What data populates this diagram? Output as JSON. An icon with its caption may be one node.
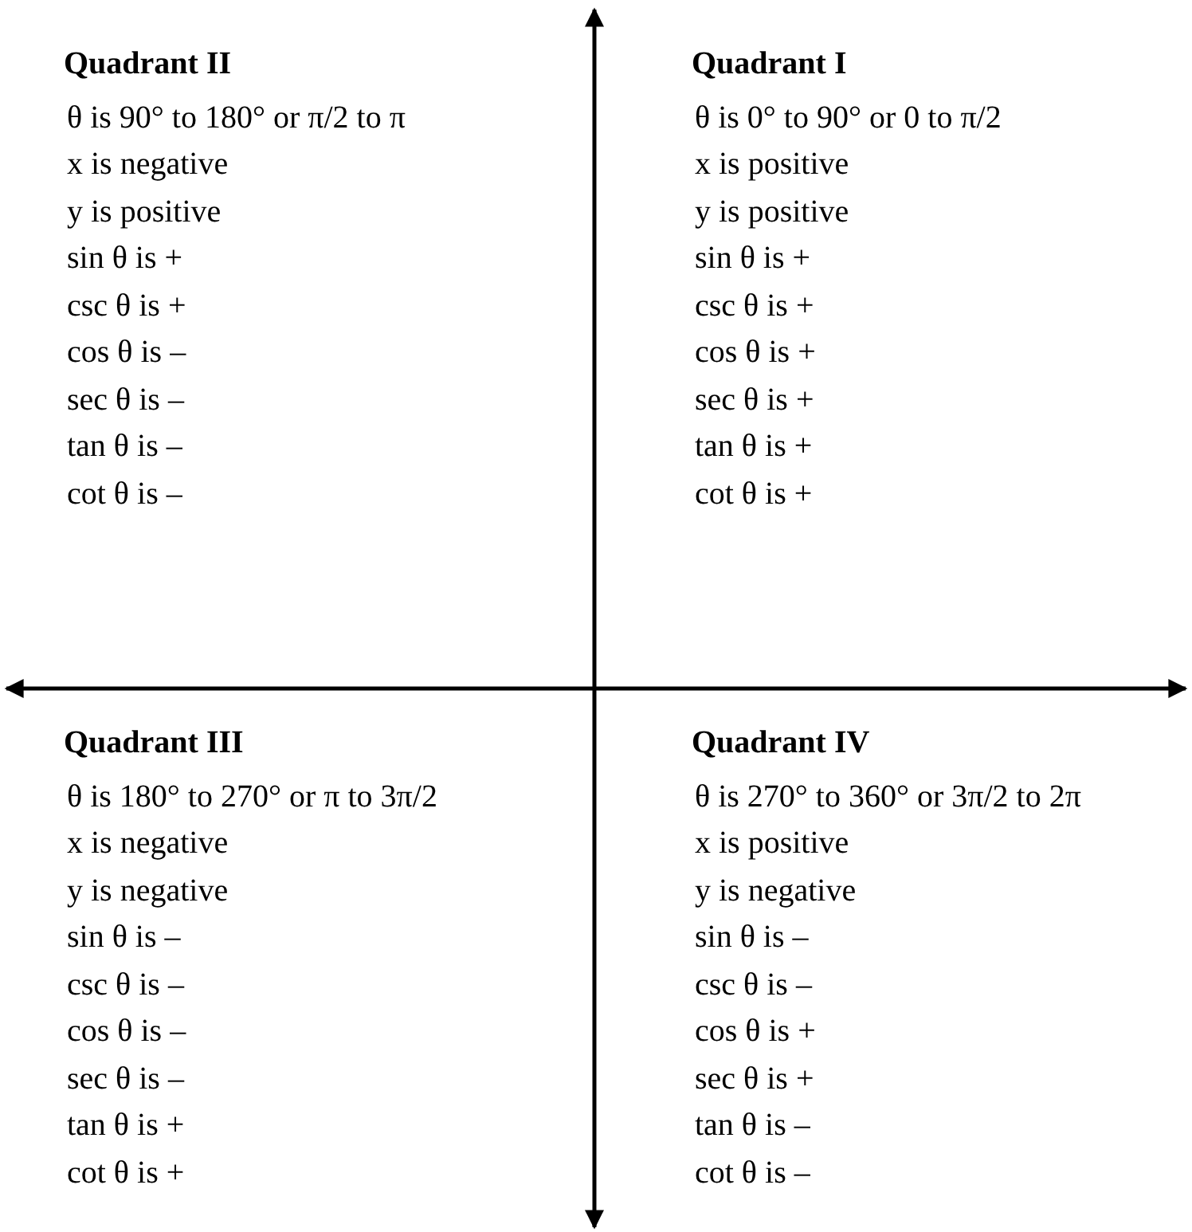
{
  "diagram": {
    "labels": [
      "Quadrant II",
      "θ is 90° to 180° or π/2 to π",
      "x is negative",
      "y is positive",
      "sin θ is +",
      "csc θ is +",
      "cos θ is –",
      "sec θ is –",
      "tan θ is –",
      "cot θ is –",
      "Quadrant I",
      "θ is 0° to 90° or 0 to π/2",
      "x is positive",
      "y is positive",
      "sin θ is +",
      "csc θ is +",
      "cos θ is +",
      "sec θ is +",
      "tan θ is +",
      "cot θ is +",
      "Quadrant III",
      "θ is 180° to 270° or π to 3π/2",
      "x is negative",
      "y is negative",
      "sin θ is –",
      "csc θ is –",
      "cos θ is –",
      "sec θ is –",
      "tan θ is +",
      "cot θ is +",
      "Quadrant IV",
      "θ is 270° to 360° or 3π/2 to 2π",
      "x is positive",
      "y is negative",
      "sin θ is –",
      "csc θ is –",
      "cos θ is +",
      "sec θ is +",
      "tan θ is –",
      "cot θ is –"
    ]
  }
}
